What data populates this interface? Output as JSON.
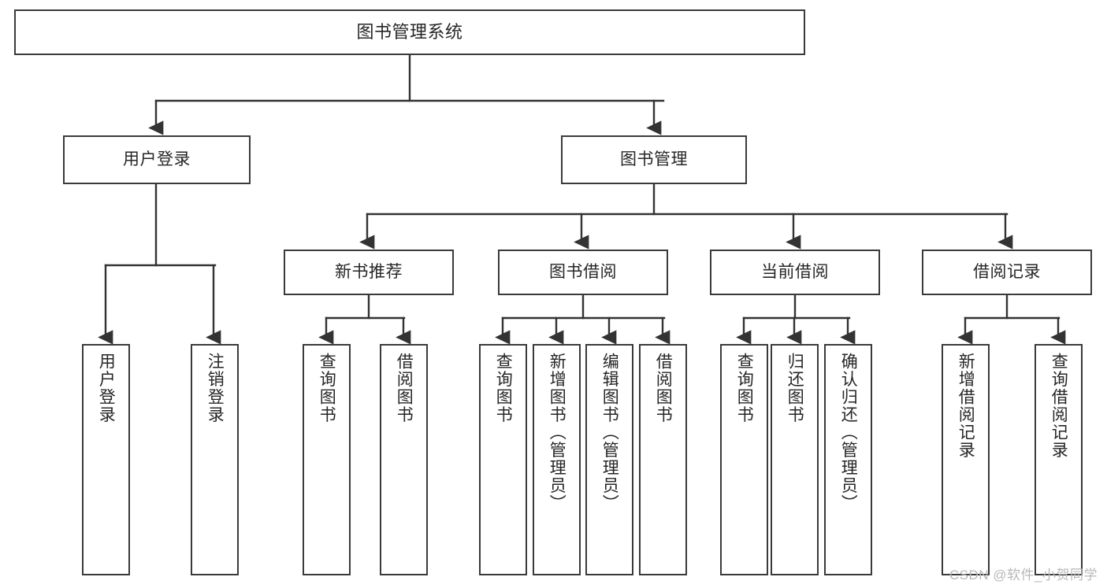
{
  "diagram": {
    "title": "图书管理系统",
    "type": "tree-hierarchy-chart",
    "watermark": "CSDN @软件_小贺同学",
    "colors": {
      "node_border": "#3a3a3a",
      "node_fill": "#ffffff",
      "edge": "#333333",
      "text": "#262626",
      "watermark": "#b8b8b8",
      "background": "#ffffff"
    },
    "nodes": {
      "root": {
        "label": "图书管理系统",
        "orientation": "horizontal",
        "level": 0
      },
      "user_login": {
        "label": "用户登录",
        "orientation": "horizontal",
        "level": 1
      },
      "book_manage": {
        "label": "图书管理",
        "orientation": "horizontal",
        "level": 1
      },
      "new_book_rec": {
        "label": "新书推荐",
        "orientation": "horizontal",
        "level": 2
      },
      "book_borrow": {
        "label": "图书借阅",
        "orientation": "horizontal",
        "level": 2
      },
      "current_borrow": {
        "label": "当前借阅",
        "orientation": "horizontal",
        "level": 2
      },
      "borrow_record": {
        "label": "借阅记录",
        "orientation": "horizontal",
        "level": 2
      },
      "leaf_user_login": {
        "label": "用户登录",
        "orientation": "vertical",
        "level": 3
      },
      "leaf_logout": {
        "label": "注销登录",
        "orientation": "vertical",
        "level": 3
      },
      "leaf_query_book_1": {
        "label": "查询图书",
        "orientation": "vertical",
        "level": 3
      },
      "leaf_borrow_book_1": {
        "label": "借阅图书",
        "orientation": "vertical",
        "level": 3
      },
      "leaf_query_book_2": {
        "label": "查询图书",
        "orientation": "vertical",
        "level": 3
      },
      "leaf_add_book": {
        "label": "新增图书（管理员）",
        "orientation": "vertical",
        "level": 3
      },
      "leaf_edit_book": {
        "label": "编辑图书（管理员）",
        "orientation": "vertical",
        "level": 3
      },
      "leaf_borrow_book_2": {
        "label": "借阅图书",
        "orientation": "vertical",
        "level": 3
      },
      "leaf_query_book_3": {
        "label": "查询图书",
        "orientation": "vertical",
        "level": 3
      },
      "leaf_return_book": {
        "label": "归还图书",
        "orientation": "vertical",
        "level": 3
      },
      "leaf_confirm_return": {
        "label": "确认归还（管理员）",
        "orientation": "vertical",
        "level": 3
      },
      "leaf_add_record": {
        "label": "新增借阅记录",
        "orientation": "vertical",
        "level": 3
      },
      "leaf_query_record": {
        "label": "查询借阅记录",
        "orientation": "vertical",
        "level": 3
      }
    },
    "edges": [
      {
        "from": "root",
        "to": "user_login"
      },
      {
        "from": "root",
        "to": "book_manage"
      },
      {
        "from": "user_login",
        "to": "leaf_user_login"
      },
      {
        "from": "user_login",
        "to": "leaf_logout"
      },
      {
        "from": "book_manage",
        "to": "new_book_rec"
      },
      {
        "from": "book_manage",
        "to": "book_borrow"
      },
      {
        "from": "book_manage",
        "to": "current_borrow"
      },
      {
        "from": "book_manage",
        "to": "borrow_record"
      },
      {
        "from": "new_book_rec",
        "to": "leaf_query_book_1"
      },
      {
        "from": "new_book_rec",
        "to": "leaf_borrow_book_1"
      },
      {
        "from": "book_borrow",
        "to": "leaf_query_book_2"
      },
      {
        "from": "book_borrow",
        "to": "leaf_add_book"
      },
      {
        "from": "book_borrow",
        "to": "leaf_edit_book"
      },
      {
        "from": "book_borrow",
        "to": "leaf_borrow_book_2"
      },
      {
        "from": "current_borrow",
        "to": "leaf_query_book_3"
      },
      {
        "from": "current_borrow",
        "to": "leaf_return_book"
      },
      {
        "from": "current_borrow",
        "to": "leaf_confirm_return"
      },
      {
        "from": "borrow_record",
        "to": "leaf_add_record"
      },
      {
        "from": "borrow_record",
        "to": "leaf_query_record"
      }
    ]
  }
}
